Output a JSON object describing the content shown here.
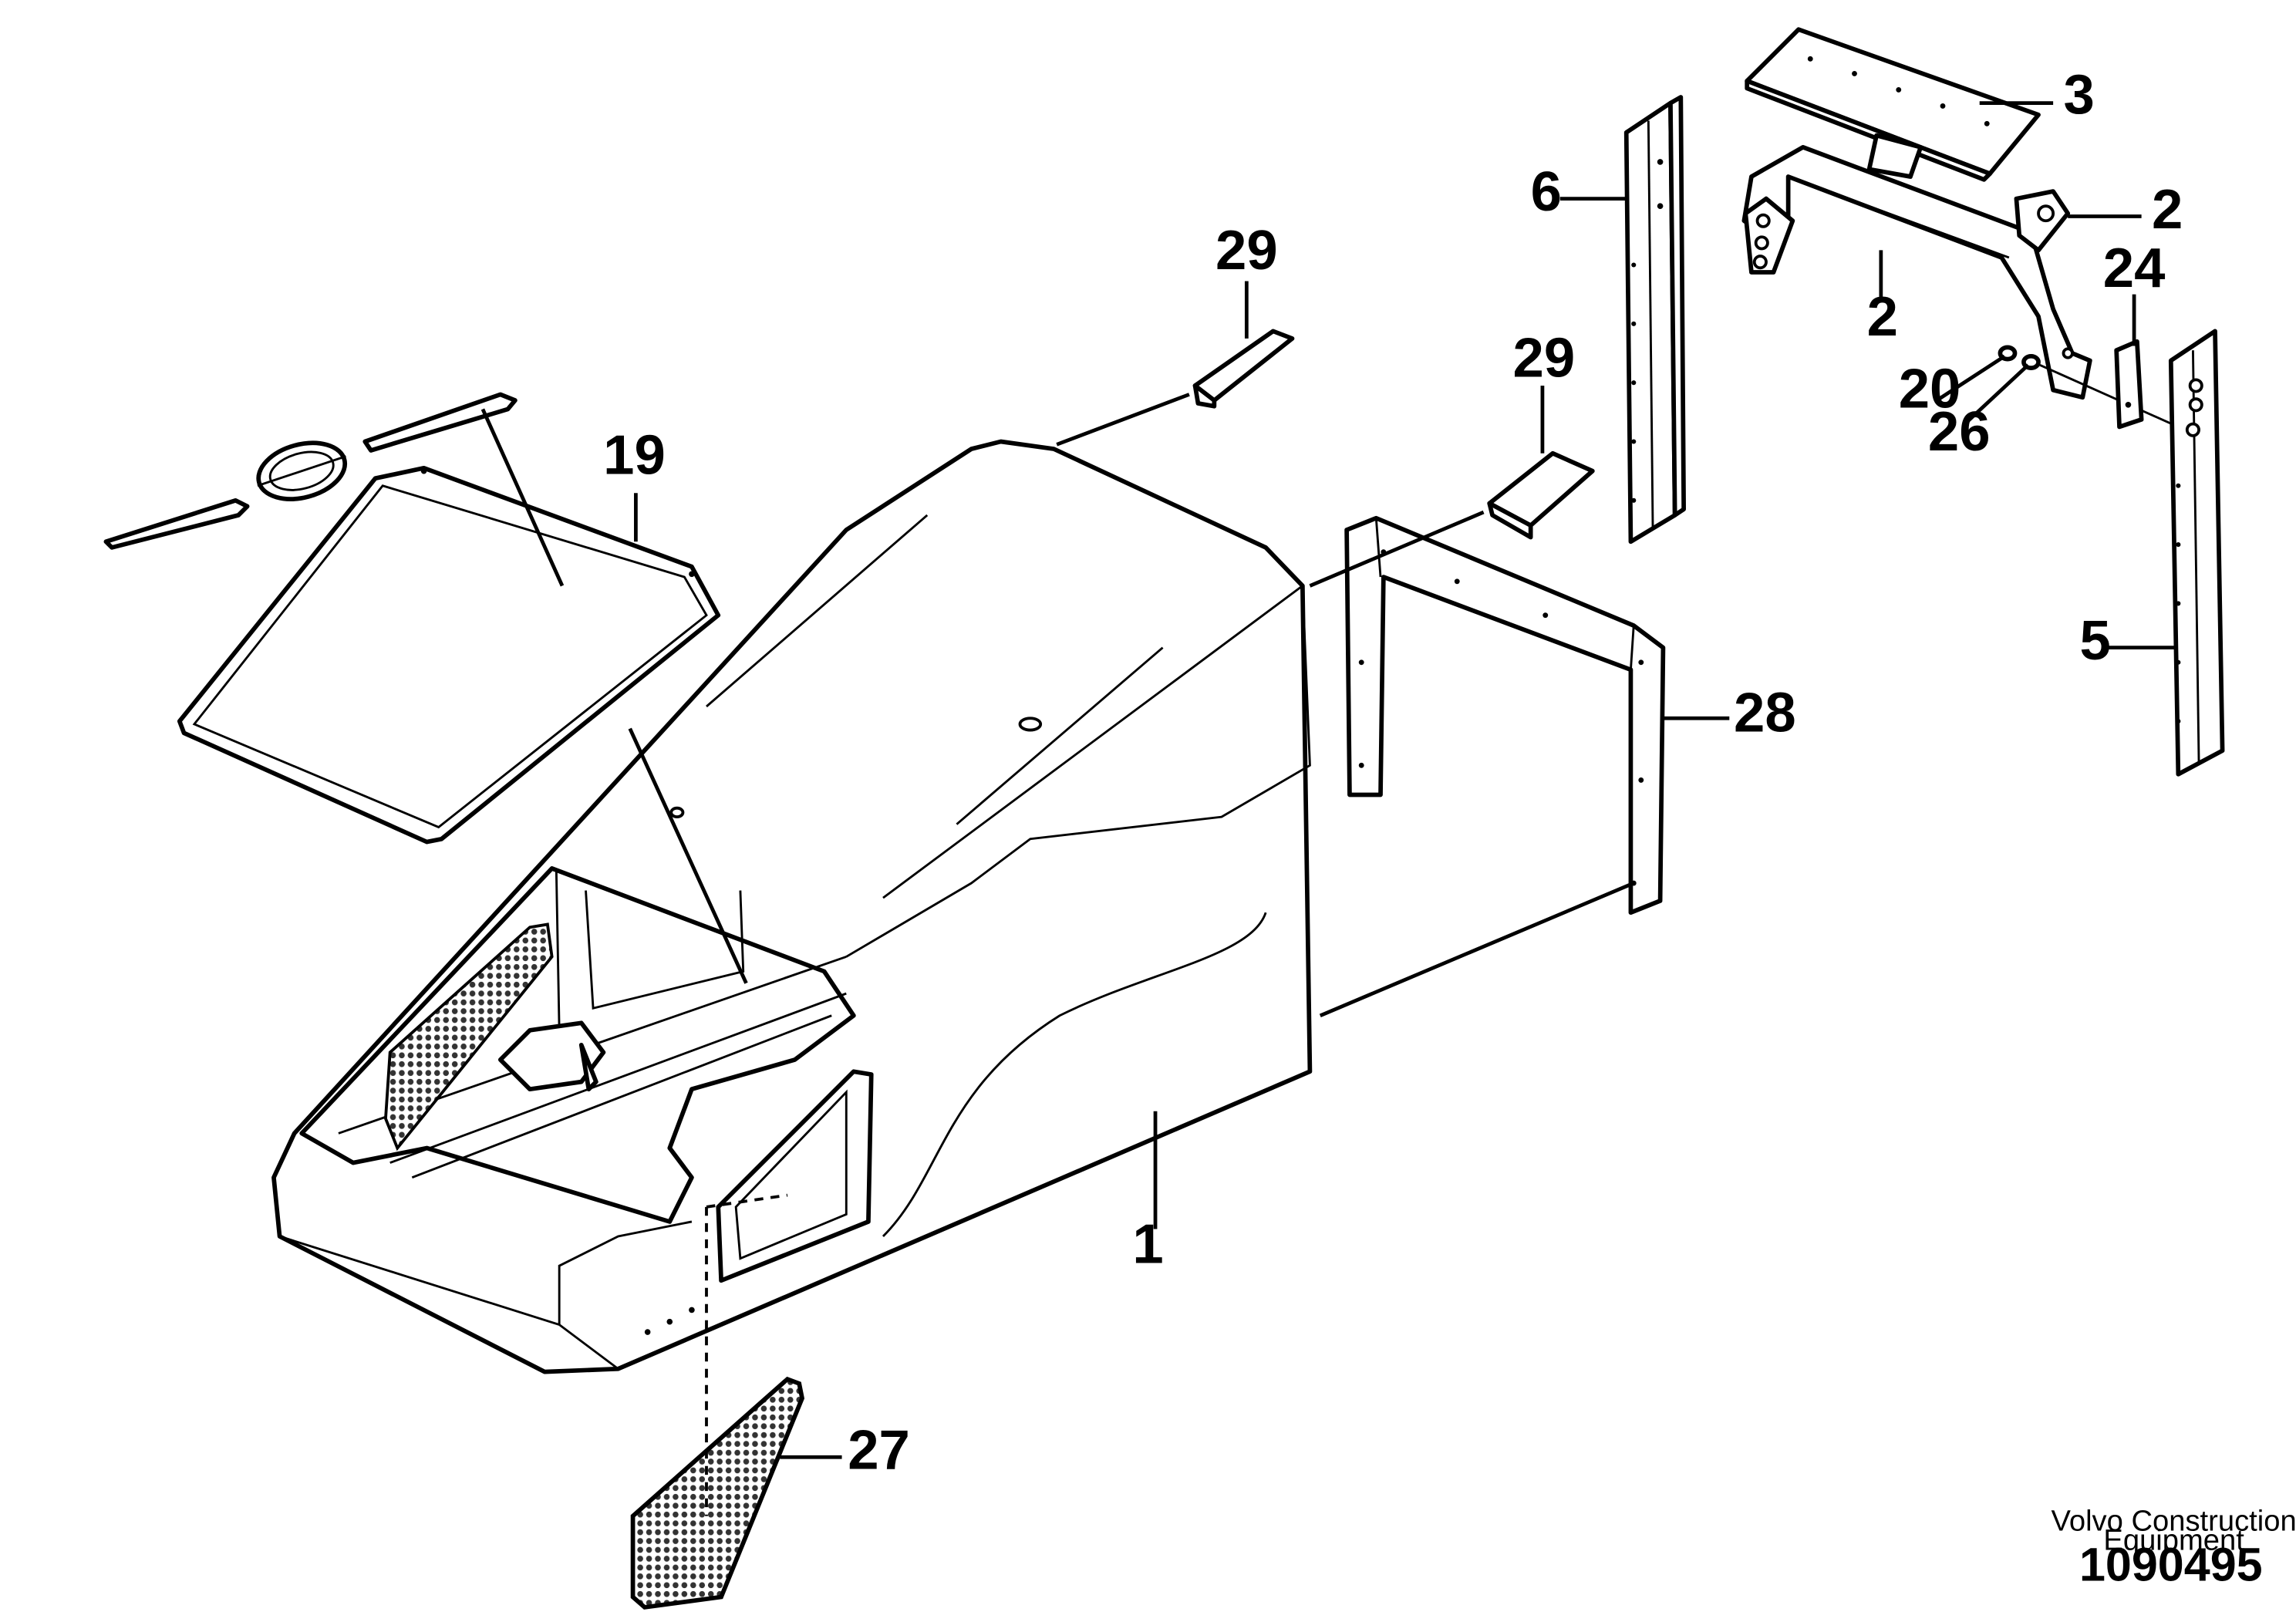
{
  "callouts": {
    "c1": "1",
    "c2a": "2",
    "c2b": "2",
    "c3": "3",
    "c5": "5",
    "c6": "6",
    "c19": "19",
    "c20": "20",
    "c24": "24",
    "c26": "26",
    "c27": "27",
    "c28": "28",
    "c29a": "29",
    "c29b": "29"
  },
  "footer": {
    "credit_line1": "Volvo Construction",
    "credit_line2": "Equipment",
    "doc_number": "1090495"
  }
}
